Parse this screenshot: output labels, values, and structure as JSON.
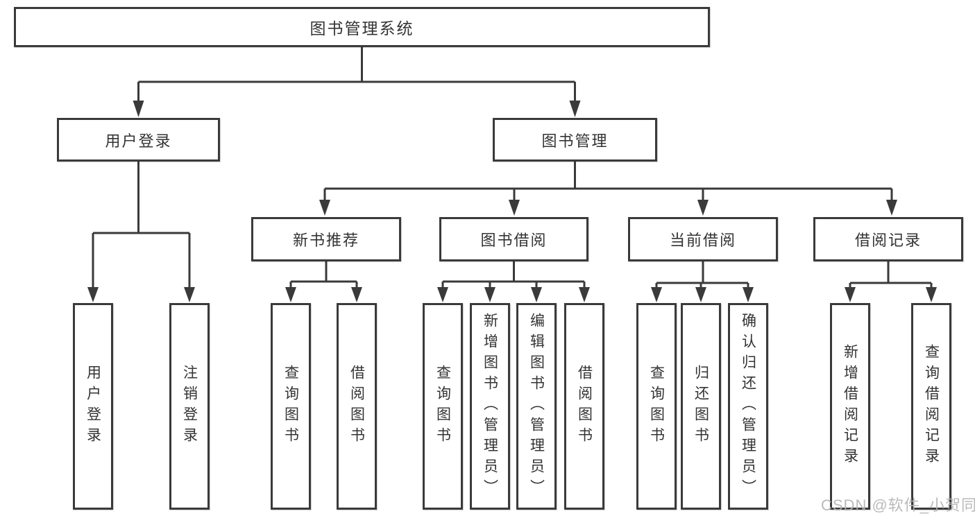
{
  "diagram_title": "图书管理系统",
  "hierarchy": {
    "root": "图书管理系统",
    "children": [
      {
        "label": "用户登录",
        "children": [
          "用户登录",
          "注销登录"
        ]
      },
      {
        "label": "图书管理",
        "children": [
          {
            "label": "新书推荐",
            "children": [
              "查询图书",
              "借阅图书"
            ]
          },
          {
            "label": "图书借阅",
            "children": [
              "查询图书",
              "新增图书（管理员）",
              "编辑图书（管理员）",
              "借阅图书"
            ]
          },
          {
            "label": "当前借阅",
            "children": [
              "查询图书",
              "归还图书",
              "确认归还（管理员）"
            ]
          },
          {
            "label": "借阅记录",
            "children": [
              "新增借阅记录",
              "查询借阅记录"
            ]
          }
        ]
      }
    ]
  },
  "watermark": "CSDN @软件_小贺同学",
  "colors": {
    "line": "#3a3a3a",
    "text": "#333333",
    "watermark": "#b3b3b3",
    "background": "#ffffff"
  }
}
